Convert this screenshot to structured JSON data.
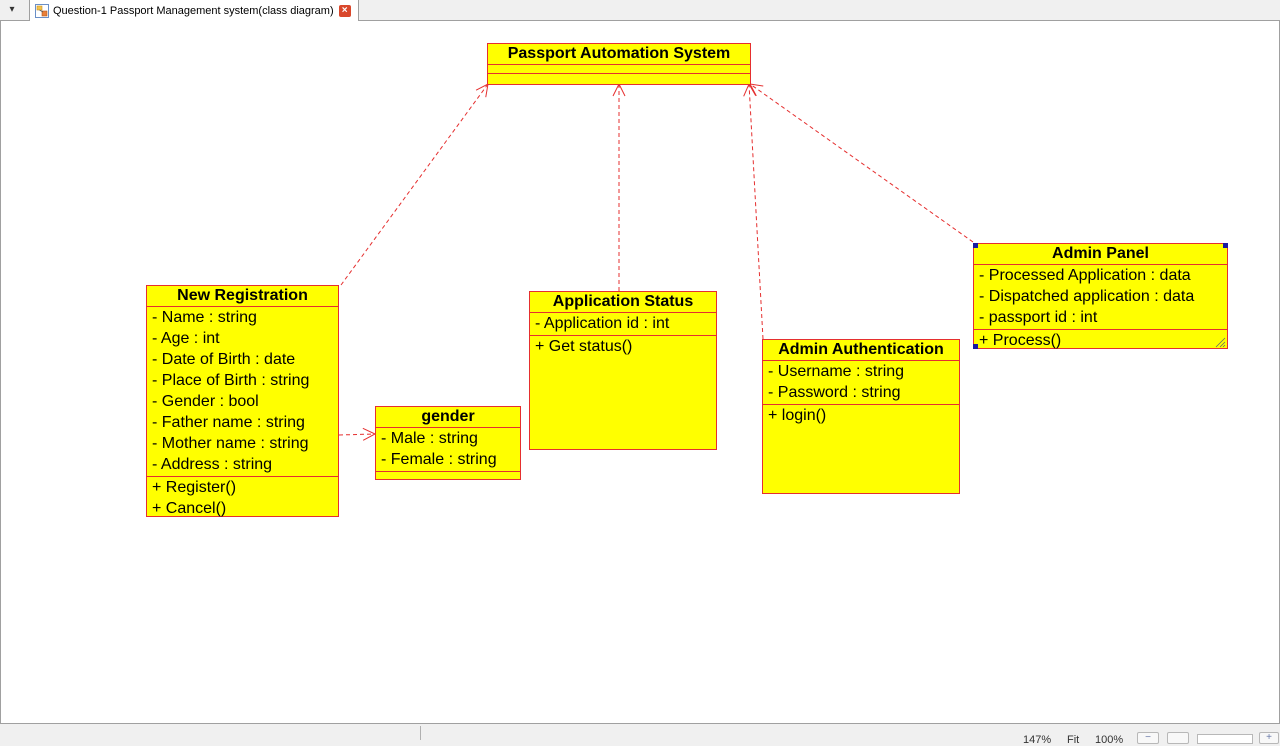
{
  "tab": {
    "title": "Question-1 Passport Management system(class diagram)",
    "close_glyph": "×",
    "menu_glyph": "▾"
  },
  "colors": {
    "class_fill": "#ffff00",
    "class_border": "#e52f2f",
    "link": "#e52f2f"
  },
  "classes": {
    "passport": {
      "name": "Passport Automation System",
      "attributes": [],
      "operations": []
    },
    "new_registration": {
      "name": "New Registration",
      "attributes": [
        "- Name : string",
        "- Age : int",
        "- Date of Birth : date",
        "- Place of Birth : string",
        "- Gender : bool",
        "- Father name : string",
        "- Mother name : string",
        "- Address : string"
      ],
      "operations": [
        "+ Register()",
        "+ Cancel()"
      ]
    },
    "gender": {
      "name": "gender",
      "attributes": [
        "- Male : string",
        "- Female : string"
      ],
      "operations": []
    },
    "application_status": {
      "name": "Application Status",
      "attributes": [
        "- Application id : int"
      ],
      "operations": [
        "+ Get status()"
      ]
    },
    "admin_authentication": {
      "name": "Admin Authentication",
      "attributes": [
        "- Username : string",
        "- Password : string"
      ],
      "operations": [
        "+ login()"
      ]
    },
    "admin_panel": {
      "name": "Admin Panel",
      "attributes": [
        "- Processed Application : data",
        "- Dispatched application : data",
        "- passport id : int"
      ],
      "operations": [
        "+ Process()"
      ]
    }
  },
  "status": {
    "zoom_percent": "147%",
    "fit_label": "Fit",
    "reset_label": "100%",
    "zoom_out_glyph": "−",
    "zoom_in_glyph": "+"
  }
}
